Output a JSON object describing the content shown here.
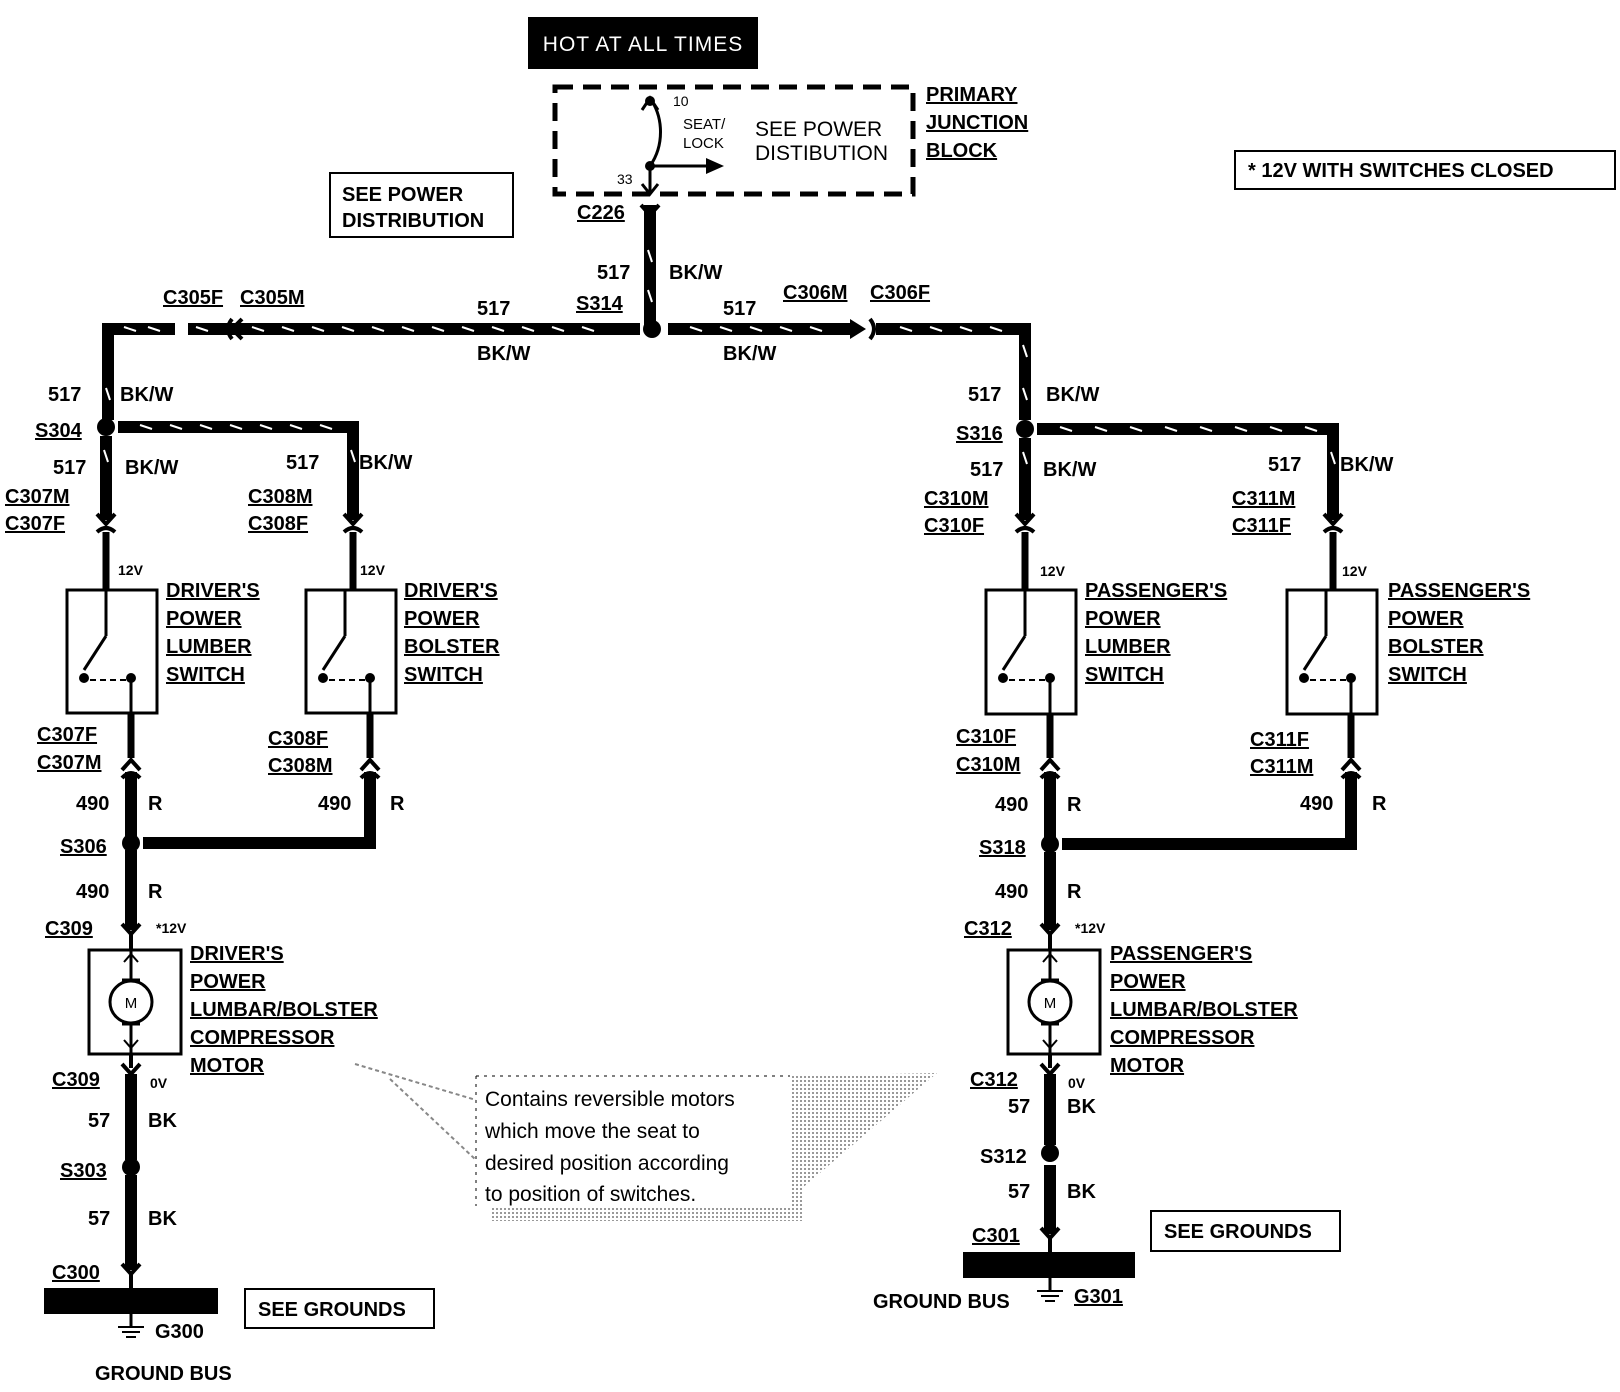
{
  "hot_label": "HOT AT ALL TIMES",
  "pjb": {
    "name_lines": [
      "PRIMARY",
      "JUNCTION",
      "BLOCK"
    ],
    "see_lines": [
      "SEE POWER",
      "DISTIBUTION"
    ],
    "pin_top": "10",
    "pin_bottom": "33",
    "fuse_lines": [
      "SEAT/",
      "LOCK"
    ]
  },
  "see_power_lines": [
    "SEE POWER",
    "DISTRIBUTION"
  ],
  "note": "* 12V WITH SWITCHES CLOSED",
  "connectors": {
    "c226": "C226",
    "c305f": "C305F",
    "c305m": "C305M",
    "c306m": "C306M",
    "c306f": "C306F",
    "c307m": "C307M",
    "c307f": "C307F",
    "c308m": "C308M",
    "c308f": "C308F",
    "c310m": "C310M",
    "c310f": "C310F",
    "c311m": "C311M",
    "c311f": "C311F",
    "c309": "C309",
    "c312": "C312",
    "c300": "C300",
    "c301": "C301"
  },
  "splices": {
    "s314": "S314",
    "s304": "S304",
    "s316": "S316",
    "s306": "S306",
    "s318": "S318",
    "s303": "S303",
    "s312": "S312"
  },
  "wires": {
    "c517": "517",
    "bkw": "BK/W",
    "c490": "490",
    "r": "R",
    "c57": "57",
    "bk": "BK"
  },
  "voltages": {
    "v12": "12V",
    "v12star": "*12V",
    "v0": "0V"
  },
  "components": {
    "driver_lumbar": [
      "DRIVER'S",
      "POWER",
      "LUMBER",
      "SWITCH"
    ],
    "driver_bolster": [
      "DRIVER'S",
      "POWER",
      "BOLSTER",
      "SWITCH"
    ],
    "pass_lumbar": [
      "PASSENGER'S",
      "POWER",
      "LUMBER",
      "SWITCH"
    ],
    "pass_bolster": [
      "PASSENGER'S",
      "POWER",
      "BOLSTER",
      "SWITCH"
    ],
    "driver_motor": [
      "DRIVER'S",
      "POWER",
      "LUMBAR/BOLSTER",
      "COMPRESSOR",
      "MOTOR"
    ],
    "pass_motor": [
      "PASSENGER'S",
      "POWER",
      "LUMBAR/BOLSTER",
      "COMPRESSOR",
      "MOTOR"
    ],
    "motor_symbol": "M"
  },
  "callout_lines": [
    "Contains reversible motors",
    "which move the seat to",
    "desired position according",
    "to position of switches."
  ],
  "grounds": {
    "see_grounds": "SEE GROUNDS",
    "ground_bus": "GROUND BUS",
    "g300": "G300",
    "g301": "G301"
  }
}
